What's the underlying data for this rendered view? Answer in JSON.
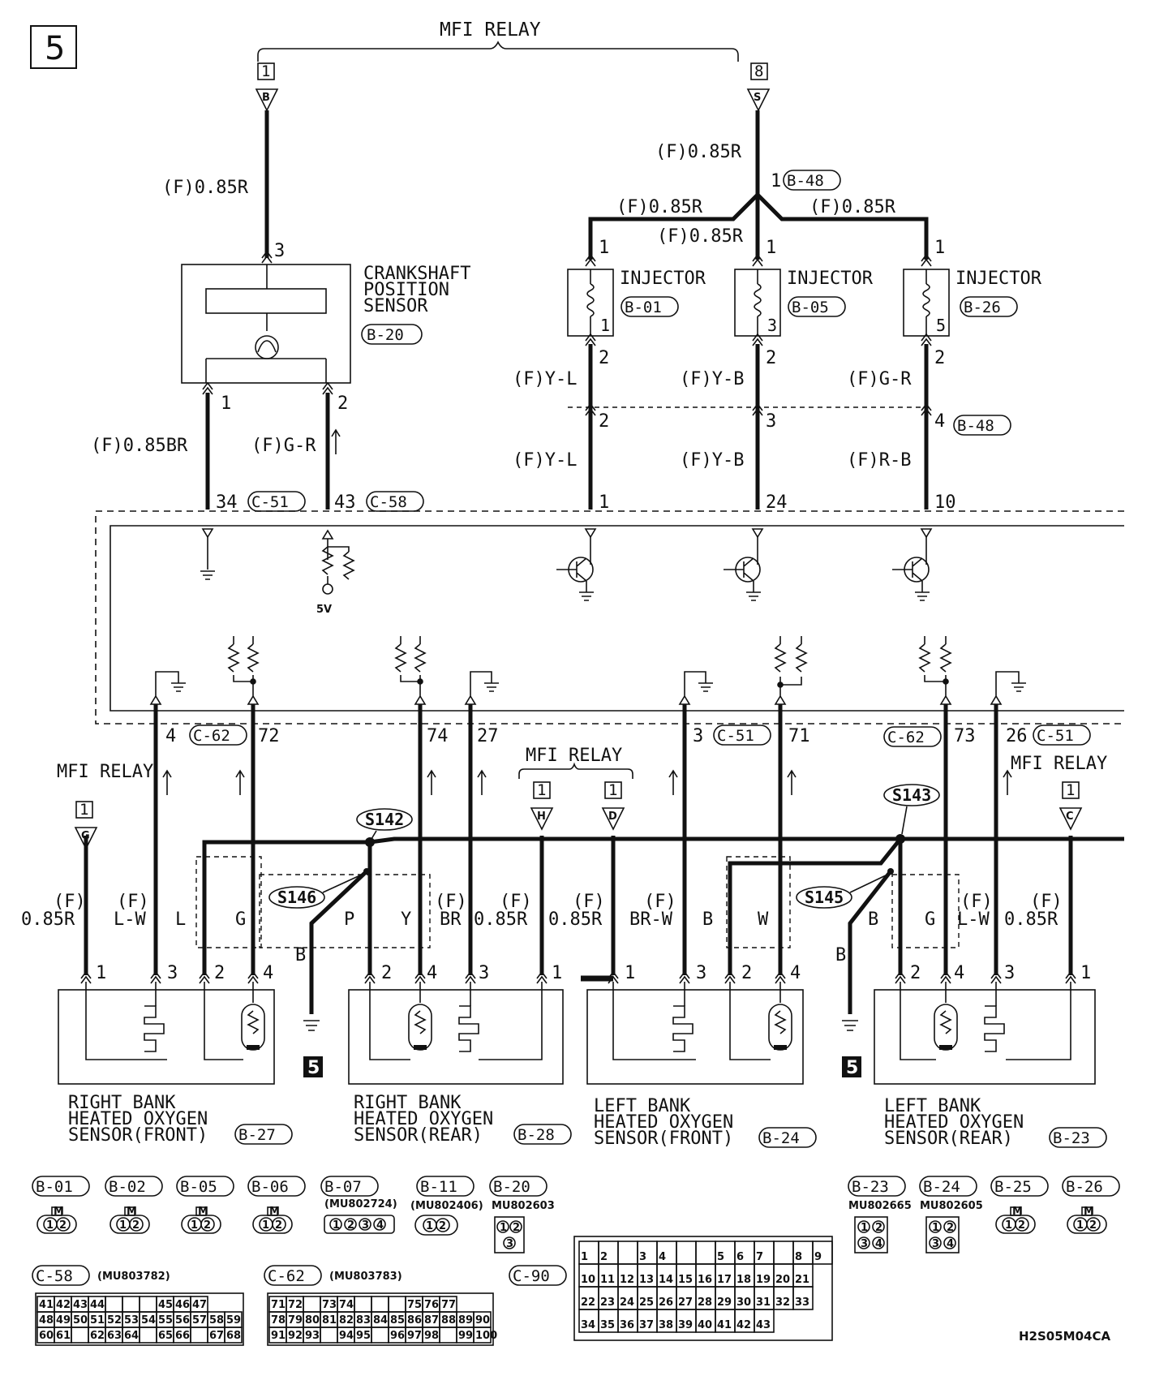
{
  "page_number": "5",
  "figure_code": "H2S05M04CA",
  "top": {
    "mfi_relay_label": "MFI RELAY",
    "relay_pin_left": "1",
    "relay_pin_right": "8",
    "conn_letter_left": "B",
    "conn_letter_right": "S"
  },
  "crank": {
    "wire_in": "(F)0.85R",
    "pin_top": "3",
    "name_l1": "CRANKSHAFT",
    "name_l2": "POSITION",
    "name_l3": "SENSOR",
    "connector": "B-20",
    "pin_1": "1",
    "pin_2": "2",
    "wire_1": "(F)0.85BR",
    "wire_2": "(F)G-R",
    "ecu_pin_1": "34",
    "ecu_conn_1": "C-51",
    "ecu_pin_2": "43",
    "ecu_conn_2": "C-58",
    "supply_label": "5V"
  },
  "injectors": {
    "wire_feed": "(F)0.85R",
    "joint_pin": "1",
    "joint_conn": "B-48",
    "wire_left": "(F)0.85R",
    "wire_mid": "(F)0.85R",
    "wire_right": "(F)0.85R",
    "name": "INJECTOR",
    "inj1": {
      "conn": "B-01",
      "pin_in": "1",
      "num": "1",
      "pin_out": "2",
      "wire": "(F)Y-L",
      "b48_pin": "2",
      "wire2": "(F)Y-L",
      "ecu_pin": "1"
    },
    "inj3": {
      "conn": "B-05",
      "pin_in": "1",
      "num": "3",
      "pin_out": "2",
      "wire": "(F)Y-B",
      "b48_pin": "3",
      "wire2": "(F)Y-B",
      "ecu_pin": "24"
    },
    "inj5": {
      "conn": "B-26",
      "pin_in": "1",
      "num": "5",
      "pin_out": "2",
      "wire": "(F)G-R",
      "b48_pin": "4",
      "wire2": "(F)R-B",
      "ecu_pin": "10"
    },
    "b48_conn": "B-48"
  },
  "ecu_pins": {
    "p4": "4",
    "c62a": "C-62",
    "p72": "72",
    "p74": "74",
    "p27": "27",
    "p3": "3",
    "c51a": "C-51",
    "p71": "71",
    "c62b": "C-62",
    "p73": "73",
    "p26": "26",
    "c51b": "C-51"
  },
  "relays": {
    "label": "MFI RELAY",
    "pin": "1",
    "g": "G",
    "h": "H",
    "d": "D",
    "c": "C"
  },
  "splices": {
    "s142": "S142",
    "s146": "S146",
    "s143": "S143",
    "s145": "S145"
  },
  "wires": {
    "f": "(F)",
    "r085": "0.85R",
    "lw": "L-W",
    "l": "L",
    "g": "G",
    "p": "P",
    "y": "Y",
    "br": "BR",
    "brw": "BR-W",
    "b": "B",
    "w": "W"
  },
  "sensors": {
    "rb_front": {
      "l1": "RIGHT BANK",
      "l2": "HEATED OXYGEN",
      "l3": "SENSOR(FRONT)",
      "conn": "B-27",
      "pins": [
        "1",
        "3",
        "2",
        "4"
      ]
    },
    "rb_rear": {
      "l1": "RIGHT BANK",
      "l2": "HEATED OXYGEN",
      "l3": "SENSOR(REAR)",
      "conn": "B-28",
      "pins": [
        "2",
        "4",
        "3",
        "1"
      ]
    },
    "lb_front": {
      "l1": "LEFT BANK",
      "l2": "HEATED OXYGEN",
      "l3": "SENSOR(FRONT)",
      "conn": "B-24",
      "pins": [
        "1",
        "3",
        "2",
        "4"
      ]
    },
    "lb_rear": {
      "l1": "LEFT BANK",
      "l2": "HEATED OXYGEN",
      "l3": "SENSOR(REAR)",
      "conn": "B-23",
      "pins": [
        "2",
        "4",
        "3",
        "1"
      ]
    }
  },
  "ground_ref": "5",
  "connectors": {
    "b01": "B-01",
    "b02": "B-02",
    "b05": "B-05",
    "b06": "B-06",
    "b07": "B-07",
    "b07_part": "(MU802724)",
    "b11": "B-11",
    "b11_part": "(MU802406)",
    "b20": "B-20",
    "b20_part": "MU802603",
    "b23": "B-23",
    "b23_part": "MU802665",
    "b24": "B-24",
    "b24_part": "MU802605",
    "b25": "B-25",
    "b26": "B-26",
    "c58": "C-58",
    "c58_part": "(MU803782)",
    "c62": "C-62",
    "c62_part": "(MU803783)",
    "c90": "C-90",
    "m": "M",
    "pin_one": "1",
    "pin_two": "2",
    "pin_three": "3",
    "pin_four": "4",
    "c58_grid": [
      [
        "41",
        "42",
        "43",
        "44",
        "",
        "",
        "",
        "45",
        "46",
        "47"
      ],
      [
        "48",
        "49",
        "50",
        "51",
        "52",
        "53",
        "54",
        "55",
        "56",
        "57",
        "58",
        "59"
      ],
      [
        "60",
        "61",
        "",
        "62",
        "63",
        "64",
        "",
        "65",
        "66",
        "",
        "67",
        "68"
      ]
    ],
    "c62_grid": [
      [
        "71",
        "72",
        "",
        "73",
        "74",
        "",
        "",
        "",
        "75",
        "76",
        "77"
      ],
      [
        "78",
        "79",
        "80",
        "81",
        "82",
        "83",
        "84",
        "85",
        "86",
        "87",
        "88",
        "89",
        "90"
      ],
      [
        "91",
        "92",
        "93",
        "",
        "94",
        "95",
        "",
        "96",
        "97",
        "98",
        "",
        "99",
        "100"
      ]
    ],
    "c90_grid": [
      [
        "1",
        "2",
        "",
        "3",
        "4",
        "",
        "",
        "5",
        "6",
        "7",
        "",
        "8",
        "9"
      ],
      [
        "10",
        "11",
        "12",
        "13",
        "14",
        "15",
        "16",
        "17",
        "18",
        "19",
        "20",
        "21"
      ],
      [
        "22",
        "23",
        "24",
        "25",
        "26",
        "27",
        "28",
        "29",
        "30",
        "31",
        "32",
        "33"
      ],
      [
        "34",
        "35",
        "36",
        "37",
        "38",
        "39",
        "40",
        "41",
        "42",
        "43"
      ]
    ]
  }
}
